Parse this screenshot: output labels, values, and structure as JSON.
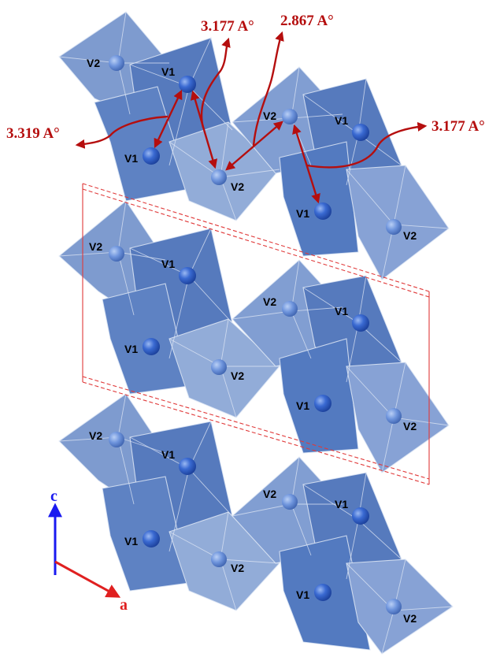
{
  "colors": {
    "polyhedron_light": "#6d8fc9",
    "polyhedron_dark": "#3d65b3",
    "atom": "#2e5fc6",
    "atom_highlight": "#8fb0ee",
    "distance_arrow": "#b50e0e",
    "unit_cell": "#e03a3a",
    "axis_c": "#1a1af0",
    "axis_a": "#e02020"
  },
  "site_labels": {
    "v1": "V1",
    "v2": "V2"
  },
  "distances": [
    {
      "id": "d1",
      "label": "3.177 A°"
    },
    {
      "id": "d2",
      "label": "2.867 A°"
    },
    {
      "id": "d3",
      "label": "3.319 A°"
    },
    {
      "id": "d4",
      "label": "3.177 A°"
    }
  ],
  "axes": {
    "c": "c",
    "a": "a"
  }
}
